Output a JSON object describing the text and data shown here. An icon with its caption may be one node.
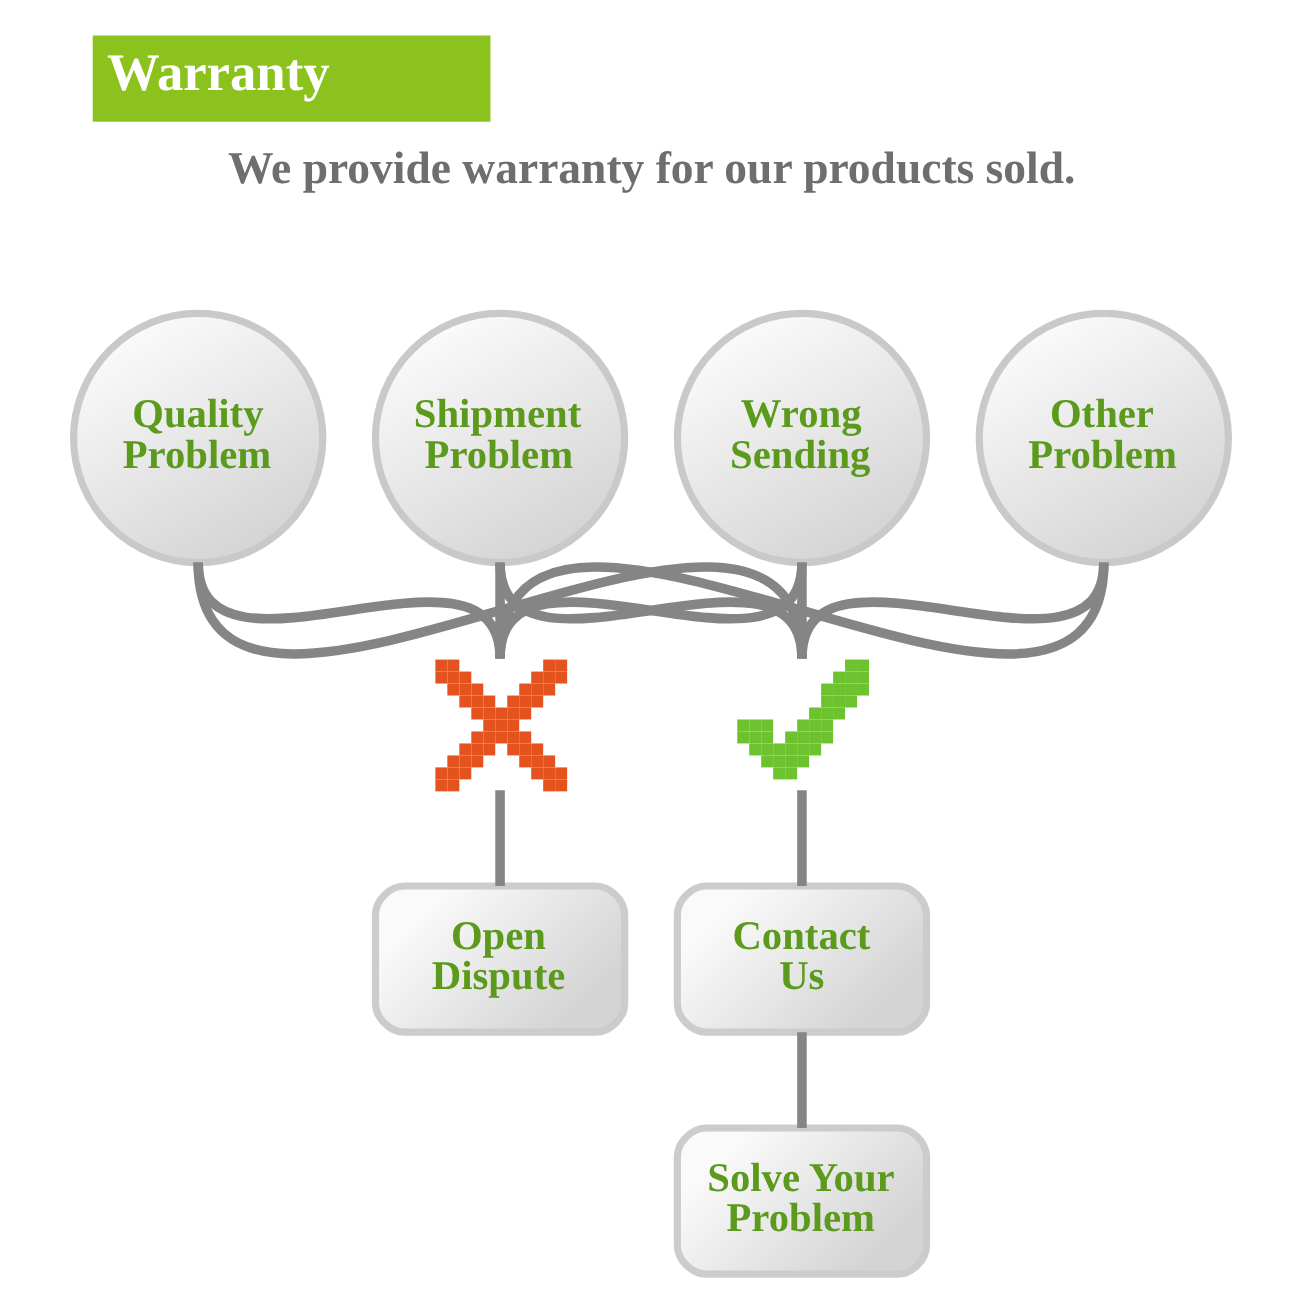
{
  "diagram": {
    "title": "Warranty",
    "nodes": [
      {
        "text": [
          "Quality Problem"
        ]
      },
      {
        "text": [
          "Shipment Problem"
        ]
      },
      {
        "text": [
          "Wrong Sending"
        ]
      },
      {
        "text": [
          "Other Problem"
        ]
      },
      {
        "text": [],
        "shape": "cross"
      },
      {
        "text": [],
        "shape": "tick"
      },
      {
        "text": [
          "Open Dispute"
        ]
      },
      {
        "text": [
          "Contact Us"
        ]
      },
      {
        "text": [
          "Solve Your Problem"
        ]
      }
    ],
    "edges": [
      {
        "from": 0,
        "to": 4,
        "arrow": "none"
      },
      {
        "from": 1,
        "to": 4,
        "arrow": "none"
      },
      {
        "from": 2,
        "to": 4,
        "arrow": "none"
      },
      {
        "from": 3,
        "to": 4,
        "arrow": "none"
      },
      {
        "from": 0,
        "to": 5,
        "arrow": "none"
      },
      {
        "from": 1,
        "to": 5,
        "arrow": "none"
      },
      {
        "from": 2,
        "to": 5,
        "arrow": "none"
      },
      {
        "from": 3,
        "to": 5,
        "arrow": "none"
      },
      {
        "from": 4,
        "to": 6,
        "arrow": "none"
      },
      {
        "from": 5,
        "to": 7,
        "arrow": "none"
      },
      {
        "from": 7,
        "to": 8,
        "arrow": "none"
      }
    ],
    "labels": [
      "We provide warranty for our products sold."
    ]
  }
}
